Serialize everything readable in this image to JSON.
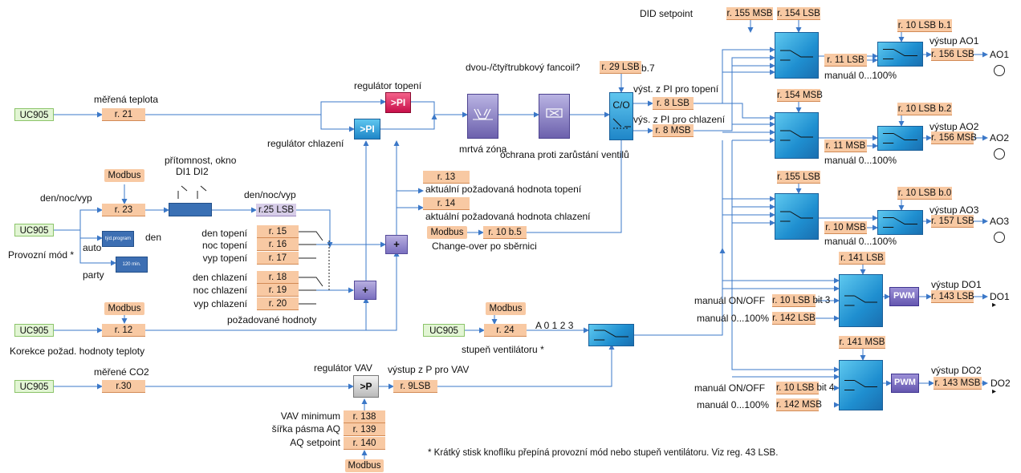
{
  "inputs": {
    "uc905": "UC905"
  },
  "labels": {
    "merena_teplota": "měřená teplota",
    "regulator_topeni": "regulátor topení",
    "regulator_chlazeni": "regulátor chlazení",
    "mrtva_zona": "mrtvá zóna",
    "ochrana": "ochrana proti zarůstání ventilů",
    "fancoil": "dvou-/čtyřtrubkový fancoil?",
    "vyst_pi_topeni": "výst. z PI pro topení",
    "vys_pi_chlazeni": "výs. z PI pro chlazení",
    "pritomnost": "přítomnost, okno",
    "di": "DI1 DI2",
    "den_noc_vyp": "den/noc/vyp",
    "den_noc_vyp2": "den/noc/vyp",
    "auto": "auto",
    "den": "den",
    "party": "party",
    "provozni_mod": "Provozní mód *",
    "akt_top": "aktuální požadovaná hodnota topení",
    "akt_chl": "aktuální požadovaná hodnota chlazení",
    "change_over": "Change-over po sběrnici",
    "den_topeni": "den topení",
    "noc_topeni": "noc topení",
    "vyp_topeni": "vyp topení",
    "den_chlazeni": "den chlazení",
    "noc_chlazeni": "noc chlazení",
    "vyp_chlazeni": "vyp chlazení",
    "pozadovane_hodnoty": "požadované hodnoty",
    "korekce": "Korekce požad. hodnoty teploty",
    "stupen": "stupeň ventilátoru *",
    "a0123": "A 0 1 2 3",
    "merene_co2": "měřené CO2",
    "regulator_vav": "regulátor VAV",
    "vystup_p_vav": "výstup z P pro VAV",
    "vav_min": "VAV minimum",
    "sirka_pasma": "šířka pásma AQ",
    "aq_setpoint": "AQ setpoint",
    "did_setpoint": "DID setpoint",
    "manual_100": "manuál 0...100%",
    "manual_onoff": "manuál ON/OFF",
    "vystup_ao1": "výstup AO1",
    "vystup_ao2": "výstup AO2",
    "vystup_ao3": "výstup AO3",
    "vystup_do1": "výstup DO1",
    "vystup_do2": "výstup DO2",
    "ao1": "AO1",
    "ao2": "AO2",
    "ao3": "AO3",
    "do1": "DO1",
    "do2": "DO2",
    "footnote": "* Krátký stisk knoflíku přepíná provozní mód nebo stupeň ventilátoru. Viz reg. 43 LSB."
  },
  "blocks": {
    "pi": "PI",
    "p": "P",
    "cpo": "C/O",
    "pwm": "PWM",
    "plus": "+",
    "tyd": "týd.program",
    "min120": "120 min.",
    "modbus": "Modbus"
  },
  "registers": {
    "r21": "r. 21",
    "r23": "r. 23",
    "r25": "r.25 LSB",
    "r13": "r. 13",
    "r14": "r. 14",
    "r10b5": "r. 10 b.5",
    "r15": "r. 15",
    "r16": "r. 16",
    "r17": "r. 17",
    "r18": "r. 18",
    "r19": "r. 19",
    "r20": "r. 20",
    "r12": "r. 12",
    "r24": "r. 24",
    "r30": "r.30",
    "r9": "r. 9LSB",
    "r138": "r. 138",
    "r139": "r. 139",
    "r140": "r. 140",
    "r29": "r. 29 LSB",
    "r29b": "b.7",
    "r8lsb": "r. 8 LSB",
    "r8msb": "r. 8 MSB",
    "r155msb": "r. 155 MSB",
    "r154lsb": "r. 154 LSB",
    "r154msb": "r. 154 MSB",
    "r155lsb": "r. 155 LSB",
    "r10b1": "r. 10 LSB b.1",
    "r10b2": "r. 10 LSB b.2",
    "r10b0": "r. 10 LSB b.0",
    "r11lsb": "r. 11 LSB",
    "r11msb": "r. 11 MSB",
    "r10msb": "r. 10 MSB",
    "r156lsb": "r. 156 LSB",
    "r156msb": "r. 156 MSB",
    "r157lsb": "r. 157 LSB",
    "r141lsb": "r. 141 LSB",
    "r141msb": "r. 141 MSB",
    "r10bit3": "r. 10 LSB bit 3",
    "r10bit4": "r. 10 LSB bit 4",
    "r142lsb": "r. 142 LSB",
    "r142msb": "r. 142 MSB",
    "r143lsb": "r. 143 LSB",
    "r143msb": "r. 143 MSB"
  }
}
